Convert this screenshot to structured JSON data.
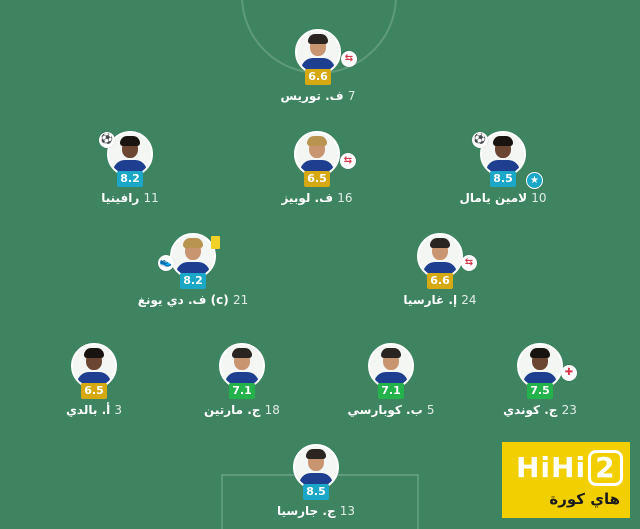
{
  "players": [
    {
      "id": "torres",
      "name": "ف. توريس",
      "number": "7",
      "rating": "6.6",
      "rating_color": "#d6a812"
    },
    {
      "id": "raphinha",
      "name": "رافينيا",
      "number": "11",
      "rating": "8.2",
      "rating_color": "#1ba7c7"
    },
    {
      "id": "lopez",
      "name": "ف. لوبيز",
      "number": "16",
      "rating": "6.5",
      "rating_color": "#d6a812"
    },
    {
      "id": "yamal",
      "name": "لامين يامال",
      "number": "10",
      "rating": "8.5",
      "rating_color": "#1ba7c7"
    },
    {
      "id": "dejong",
      "name": "(c) ف. دي يونغ",
      "number": "21",
      "rating": "8.2",
      "rating_color": "#1ba7c7"
    },
    {
      "id": "garcia_e",
      "name": "إ. غارسيا",
      "number": "24",
      "rating": "6.6",
      "rating_color": "#d6a812"
    },
    {
      "id": "balde",
      "name": "أ. بالدي",
      "number": "3",
      "rating": "6.5",
      "rating_color": "#d6a812"
    },
    {
      "id": "martin",
      "name": "ج. مارتين",
      "number": "18",
      "rating": "7.1",
      "rating_color": "#24b24a"
    },
    {
      "id": "cubarsi",
      "name": "ب. كوبارسي",
      "number": "5",
      "rating": "7.1",
      "rating_color": "#24b24a"
    },
    {
      "id": "kounde",
      "name": "ج. كوندي",
      "number": "23",
      "rating": "7.5",
      "rating_color": "#24b24a"
    },
    {
      "id": "garcia_j",
      "name": "ج. جارسيا",
      "number": "13",
      "rating": "8.5",
      "rating_color": "#1ba7c7"
    }
  ],
  "logo": {
    "brand_text": "HiHi",
    "brand_number": "2",
    "subtitle": "هاي كورة"
  },
  "colors": {
    "pitch": "#3e8460",
    "rating_blue": "#1ba7c7",
    "rating_yellow": "#d6a812",
    "rating_green": "#24b24a"
  }
}
